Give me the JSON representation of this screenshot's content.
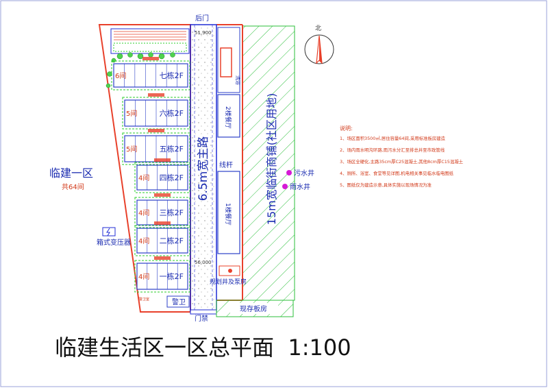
{
  "colors": {
    "boundary": "#e8402a",
    "building": "#2b3fc8",
    "road": "#1f2bd6",
    "fence": "#29cc29",
    "label": "#d23a1a",
    "text": "#1a2bb0",
    "magenta": "#d61ad6",
    "hatch": "#2bbf3a"
  },
  "plan": {
    "title": "临建生活区一区总平面  1:100",
    "zone_name": "临建一区",
    "zone_count": "共64间",
    "transformer": "箱式变压器",
    "back_gate": "后门",
    "main_gate": "门禁",
    "guard": "警卫",
    "road_main": "6.5m宽主路",
    "road_street": "15m宽临街商铺(社区用地)",
    "pole": "线杆",
    "sewage_well": "污水井",
    "rain_well": "雨水井",
    "pump_house": "规划井及泵房",
    "existing_house": "现存板房",
    "north": "北",
    "dim_top": "51,900",
    "dim_bottom": "56,000",
    "gate_note": "警卫室",
    "shower_label": "洗浴",
    "buildings": [
      {
        "rooms": "6间",
        "name": "七栋2F"
      },
      {
        "rooms": "5间",
        "name": "六栋2F"
      },
      {
        "rooms": "5间",
        "name": "五栋2F"
      },
      {
        "rooms": "4间",
        "name": "四栋2F"
      },
      {
        "rooms": "4间",
        "name": "三栋2F"
      },
      {
        "rooms": "4间",
        "name": "二栋2F"
      },
      {
        "rooms": "4间",
        "name": "一栋2F"
      }
    ],
    "right_blocks": [
      {
        "name": "2楼餐厅"
      },
      {
        "name": "1楼餐厅"
      }
    ],
    "notes_title": "说明:",
    "notes": [
      "1、场区面积3500㎡,居住容量64间,采用标准板房建造",
      "2、场内雨水明沟环路,雨污水分汇至排总井至市政管线",
      "3、场区全硬化,主路35cm厚C25混凝土,其他8cm厚C15混凝土",
      "4、厕所、浴室、食堂等见详图,机电相关事见临水临电图纸",
      "5、图纸仅为建造示意,具体实施以现场情况为准"
    ]
  }
}
